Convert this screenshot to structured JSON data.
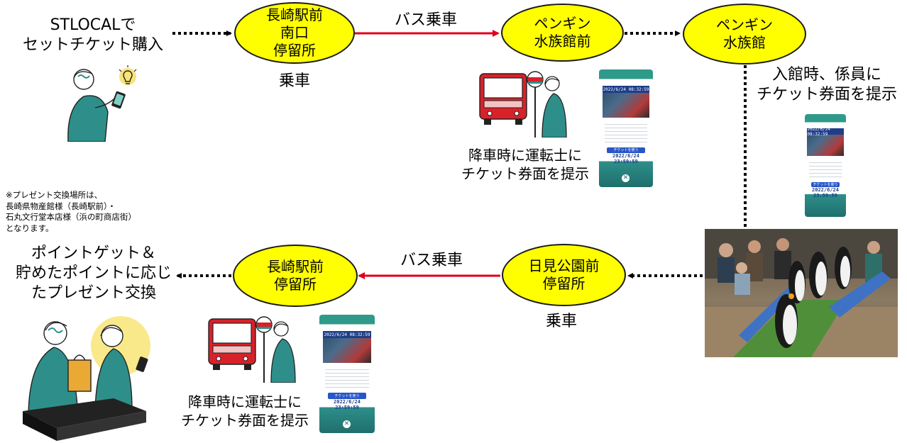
{
  "steps": {
    "purchase": "STLOCALで\nセットチケット購入",
    "board_label_1": "乗車",
    "board_label_2": "乗車",
    "bus_ride_top": "バス乗車",
    "bus_ride_bottom": "バス乗車",
    "entry_note": "入館時、係員に\nチケット券面を提示",
    "alight_note_top": "降車時に運転士に\nチケット券面を提示",
    "alight_note_bottom": "降車時に運転士に\nチケット券面を提示",
    "points_exchange": "ポイントゲット＆\n貯めたポイントに応じ\nたプレゼント交換",
    "exchange_note": "※プレゼント交換場所は、\n長崎県物産館様（長崎駅前）・\n石丸文行堂本店様（浜の町商店街）\nとなります。"
  },
  "stops": {
    "nagasaki_south": "長崎駅前\n南口\n停留所",
    "penguin_mae": "ペンギン\n水族館前",
    "penguin_aquarium": "ペンギン\n水族館",
    "himi_koen": "日見公園前\n停留所",
    "nagasaki_stop": "長崎駅前\n停留所"
  },
  "ticket": {
    "stamp": "2022/6/24 08:32:59",
    "use_button": "チケットを使う",
    "valid_until": "2022/6/24\n23:59:59",
    "close": "✕"
  },
  "colors": {
    "stop_fill": "#ffff00",
    "bus_arrow": "#e0001b",
    "dotted_arrow": "#000000",
    "accent_teal": "#2e8f8a",
    "bus_red": "#d9212a"
  },
  "icons": [
    "person-with-phone-icon",
    "lightbulb-icon",
    "bus-icon",
    "bus-stop-sign-icon",
    "shopkeeper-exchange-icon"
  ]
}
